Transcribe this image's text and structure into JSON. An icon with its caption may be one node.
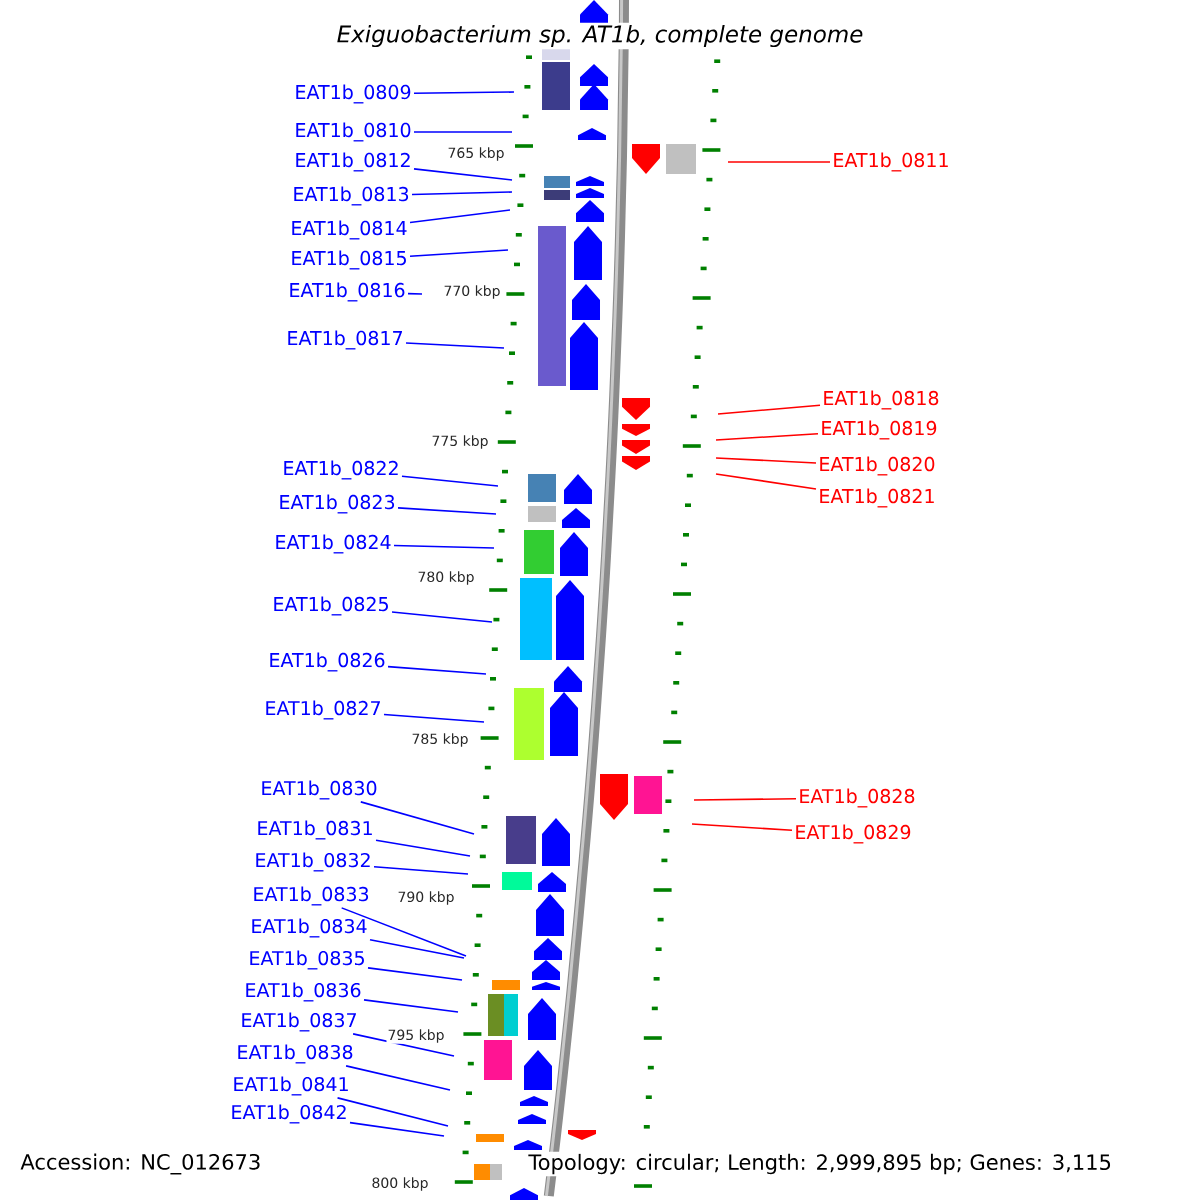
{
  "diagram": {
    "title": "Exiguobacterium sp. AT1b, complete genome",
    "nodes": [
      {
        "text": [
          "EAT1b_0809"
        ]
      },
      {
        "text": [
          "EAT1b_0810"
        ]
      },
      {
        "text": [
          "EAT1b_0811"
        ]
      },
      {
        "text": [
          "EAT1b_0812"
        ]
      },
      {
        "text": [
          "EAT1b_0813"
        ]
      },
      {
        "text": [
          "EAT1b_0814"
        ]
      },
      {
        "text": [
          "EAT1b_0815"
        ]
      },
      {
        "text": [
          "EAT1b_0816"
        ]
      },
      {
        "text": [
          "EAT1b_0817"
        ]
      },
      {
        "text": [
          "EAT1b_0818"
        ]
      },
      {
        "text": [
          "EAT1b_0819"
        ]
      },
      {
        "text": [
          "EAT1b_0820"
        ]
      },
      {
        "text": [
          "EAT1b_0821"
        ]
      },
      {
        "text": [
          "EAT1b_0822"
        ]
      },
      {
        "text": [
          "EAT1b_0823"
        ]
      },
      {
        "text": [
          "EAT1b_0824"
        ]
      },
      {
        "text": [
          "EAT1b_0825"
        ]
      },
      {
        "text": [
          "EAT1b_0826"
        ]
      },
      {
        "text": [
          "EAT1b_0827"
        ]
      },
      {
        "text": [
          "EAT1b_0830"
        ]
      },
      {
        "text": [
          "EAT1b_0828"
        ]
      },
      {
        "text": [
          "EAT1b_0831"
        ]
      },
      {
        "text": [
          "EAT1b_0829"
        ]
      },
      {
        "text": [
          "EAT1b_0832"
        ]
      },
      {
        "text": [
          "EAT1b_0833"
        ]
      },
      {
        "text": [
          "EAT1b_0834"
        ]
      },
      {
        "text": [
          "EAT1b_0835"
        ]
      },
      {
        "text": [
          "EAT1b_0836"
        ]
      },
      {
        "text": [
          "EAT1b_0837"
        ]
      },
      {
        "text": [
          "EAT1b_0838"
        ]
      },
      {
        "text": [
          "EAT1b_0841"
        ]
      },
      {
        "text": [
          "EAT1b_0842"
        ]
      }
    ],
    "edges": [
      {
        "from": 0,
        "to": null,
        "arrow": "none"
      },
      {
        "from": 1,
        "to": null,
        "arrow": "none"
      },
      {
        "from": 2,
        "to": null,
        "arrow": "none",
        "color": "#ff0000"
      },
      {
        "from": 3,
        "to": null,
        "arrow": "none"
      },
      {
        "from": 4,
        "to": null,
        "arrow": "none"
      },
      {
        "from": 5,
        "to": null,
        "arrow": "none"
      },
      {
        "from": 6,
        "to": null,
        "arrow": "none"
      },
      {
        "from": 7,
        "to": null,
        "arrow": "none"
      },
      {
        "from": 8,
        "to": null,
        "arrow": "none"
      },
      {
        "from": 9,
        "to": null,
        "arrow": "none",
        "color": "#ff0000"
      },
      {
        "from": 10,
        "to": null,
        "arrow": "none",
        "color": "#ff0000"
      },
      {
        "from": 11,
        "to": null,
        "arrow": "none",
        "color": "#ff0000"
      },
      {
        "from": 12,
        "to": null,
        "arrow": "none",
        "color": "#ff0000"
      },
      {
        "from": 13,
        "to": null,
        "arrow": "none"
      },
      {
        "from": 14,
        "to": null,
        "arrow": "none"
      },
      {
        "from": 15,
        "to": null,
        "arrow": "none"
      },
      {
        "from": 16,
        "to": null,
        "arrow": "none"
      },
      {
        "from": 17,
        "to": null,
        "arrow": "none"
      },
      {
        "from": 18,
        "to": null,
        "arrow": "none"
      },
      {
        "from": 19,
        "to": null,
        "arrow": "none"
      },
      {
        "from": 20,
        "to": null,
        "arrow": "none",
        "color": "#ff0000"
      },
      {
        "from": 21,
        "to": null,
        "arrow": "none"
      },
      {
        "from": 22,
        "to": null,
        "arrow": "none",
        "color": "#ff0000"
      },
      {
        "from": 23,
        "to": null,
        "arrow": "none"
      },
      {
        "from": 24,
        "to": null,
        "arrow": "none"
      },
      {
        "from": 25,
        "to": null,
        "arrow": "none"
      },
      {
        "from": 26,
        "to": null,
        "arrow": "none"
      },
      {
        "from": 27,
        "to": null,
        "arrow": "none"
      },
      {
        "from": 28,
        "to": null,
        "arrow": "none"
      },
      {
        "from": 29,
        "to": null,
        "arrow": "none"
      },
      {
        "from": 30,
        "to": null,
        "arrow": "none"
      },
      {
        "from": 31,
        "to": null,
        "arrow": "none"
      }
    ],
    "labels": [
      "765 kbp",
      "770 kbp",
      "775 kbp",
      "780 kbp",
      "785 kbp",
      "790 kbp",
      "795 kbp",
      "800 kbp",
      "Accession: NC_012673",
      "Topology: circular; Length: 2,999,895 bp; Genes: 3,115"
    ]
  }
}
